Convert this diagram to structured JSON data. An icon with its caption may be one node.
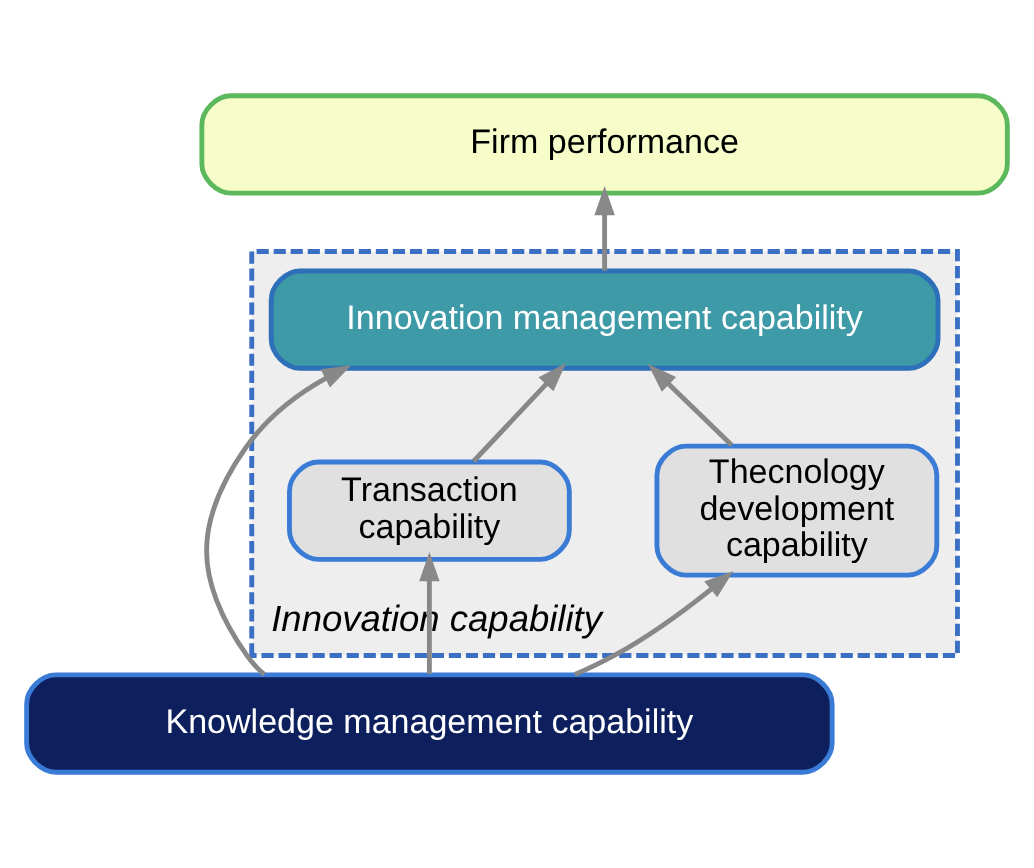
{
  "diagram": {
    "nodes": [
      {
        "text": [
          "Firm performance"
        ]
      },
      {
        "text": [
          "Innovation capability"
        ]
      },
      {
        "text": [
          "Innovation management capability"
        ],
        "in": 1
      },
      {
        "text": [
          "Thecnology development capability"
        ],
        "in": 1
      },
      {
        "text": [
          "Transaction capability"
        ],
        "in": 1
      },
      {
        "text": [
          "Knowledge management capability"
        ]
      }
    ],
    "edges": [
      {
        "from": 5,
        "to": 3,
        "arrow": "to"
      },
      {
        "from": 5,
        "to": 2,
        "arrow": "to"
      },
      {
        "from": 5,
        "to": 4,
        "arrow": "to"
      },
      {
        "from": 3,
        "to": 2,
        "arrow": "to"
      },
      {
        "from": 4,
        "to": 2,
        "arrow": "to"
      },
      {
        "from": 2,
        "to": 0,
        "arrow": "to"
      }
    ]
  }
}
